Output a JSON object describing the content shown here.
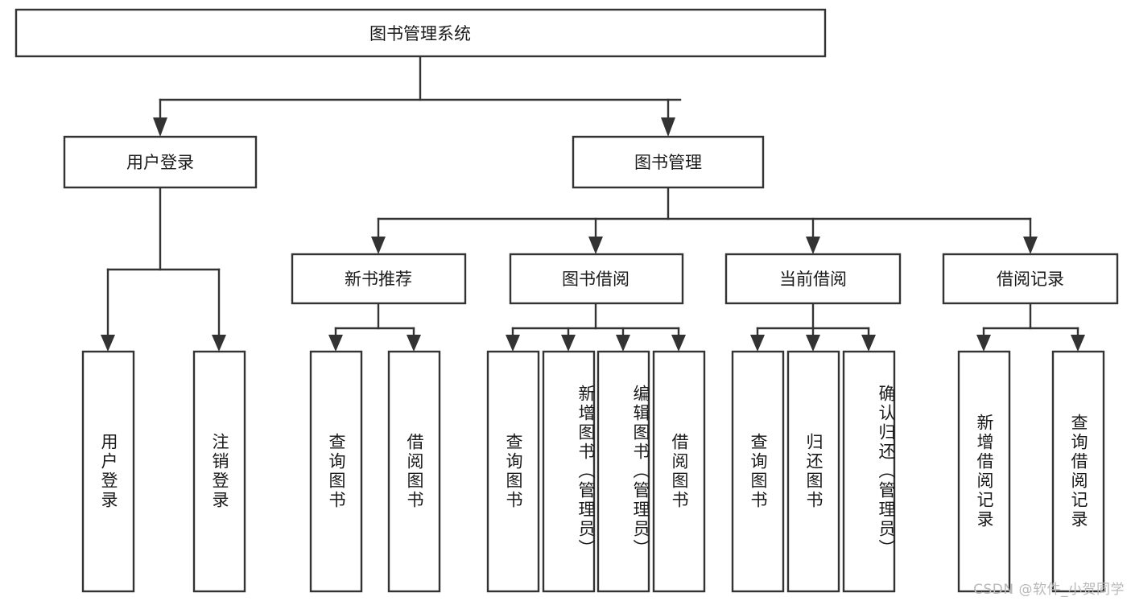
{
  "diagram": {
    "type": "tree",
    "title": "图书管理系统",
    "orientation": "top-down",
    "colors": {
      "box_stroke": "#333333",
      "box_fill": "#ffffff",
      "connector": "#333333",
      "text": "#1a1a1a",
      "watermark": "#b9b9b9",
      "background": "#ffffff"
    },
    "root": {
      "label": "图书管理系统"
    },
    "level2": [
      {
        "label": "用户登录"
      },
      {
        "label": "图书管理"
      }
    ],
    "level3": [
      {
        "label": "新书推荐"
      },
      {
        "label": "图书借阅"
      },
      {
        "label": "当前借阅"
      },
      {
        "label": "借阅记录"
      }
    ],
    "leaves": {
      "user_login": [
        {
          "label": "用户登录"
        },
        {
          "label": "注销登录"
        }
      ],
      "new_book_recommend": [
        {
          "label": "查询图书"
        },
        {
          "label": "借阅图书"
        }
      ],
      "book_borrow": [
        {
          "label": "查询图书"
        },
        {
          "label": "新增图书（管理员）"
        },
        {
          "label": "编辑图书（管理员）"
        },
        {
          "label": "借阅图书"
        }
      ],
      "current_borrow": [
        {
          "label": "查询图书"
        },
        {
          "label": "归还图书"
        },
        {
          "label": "确认归还（管理员）"
        }
      ],
      "borrow_record": [
        {
          "label": "新增借阅记录"
        },
        {
          "label": "查询借阅记录"
        }
      ]
    }
  },
  "watermark": {
    "text": "CSDN @软件_小贺同学"
  }
}
